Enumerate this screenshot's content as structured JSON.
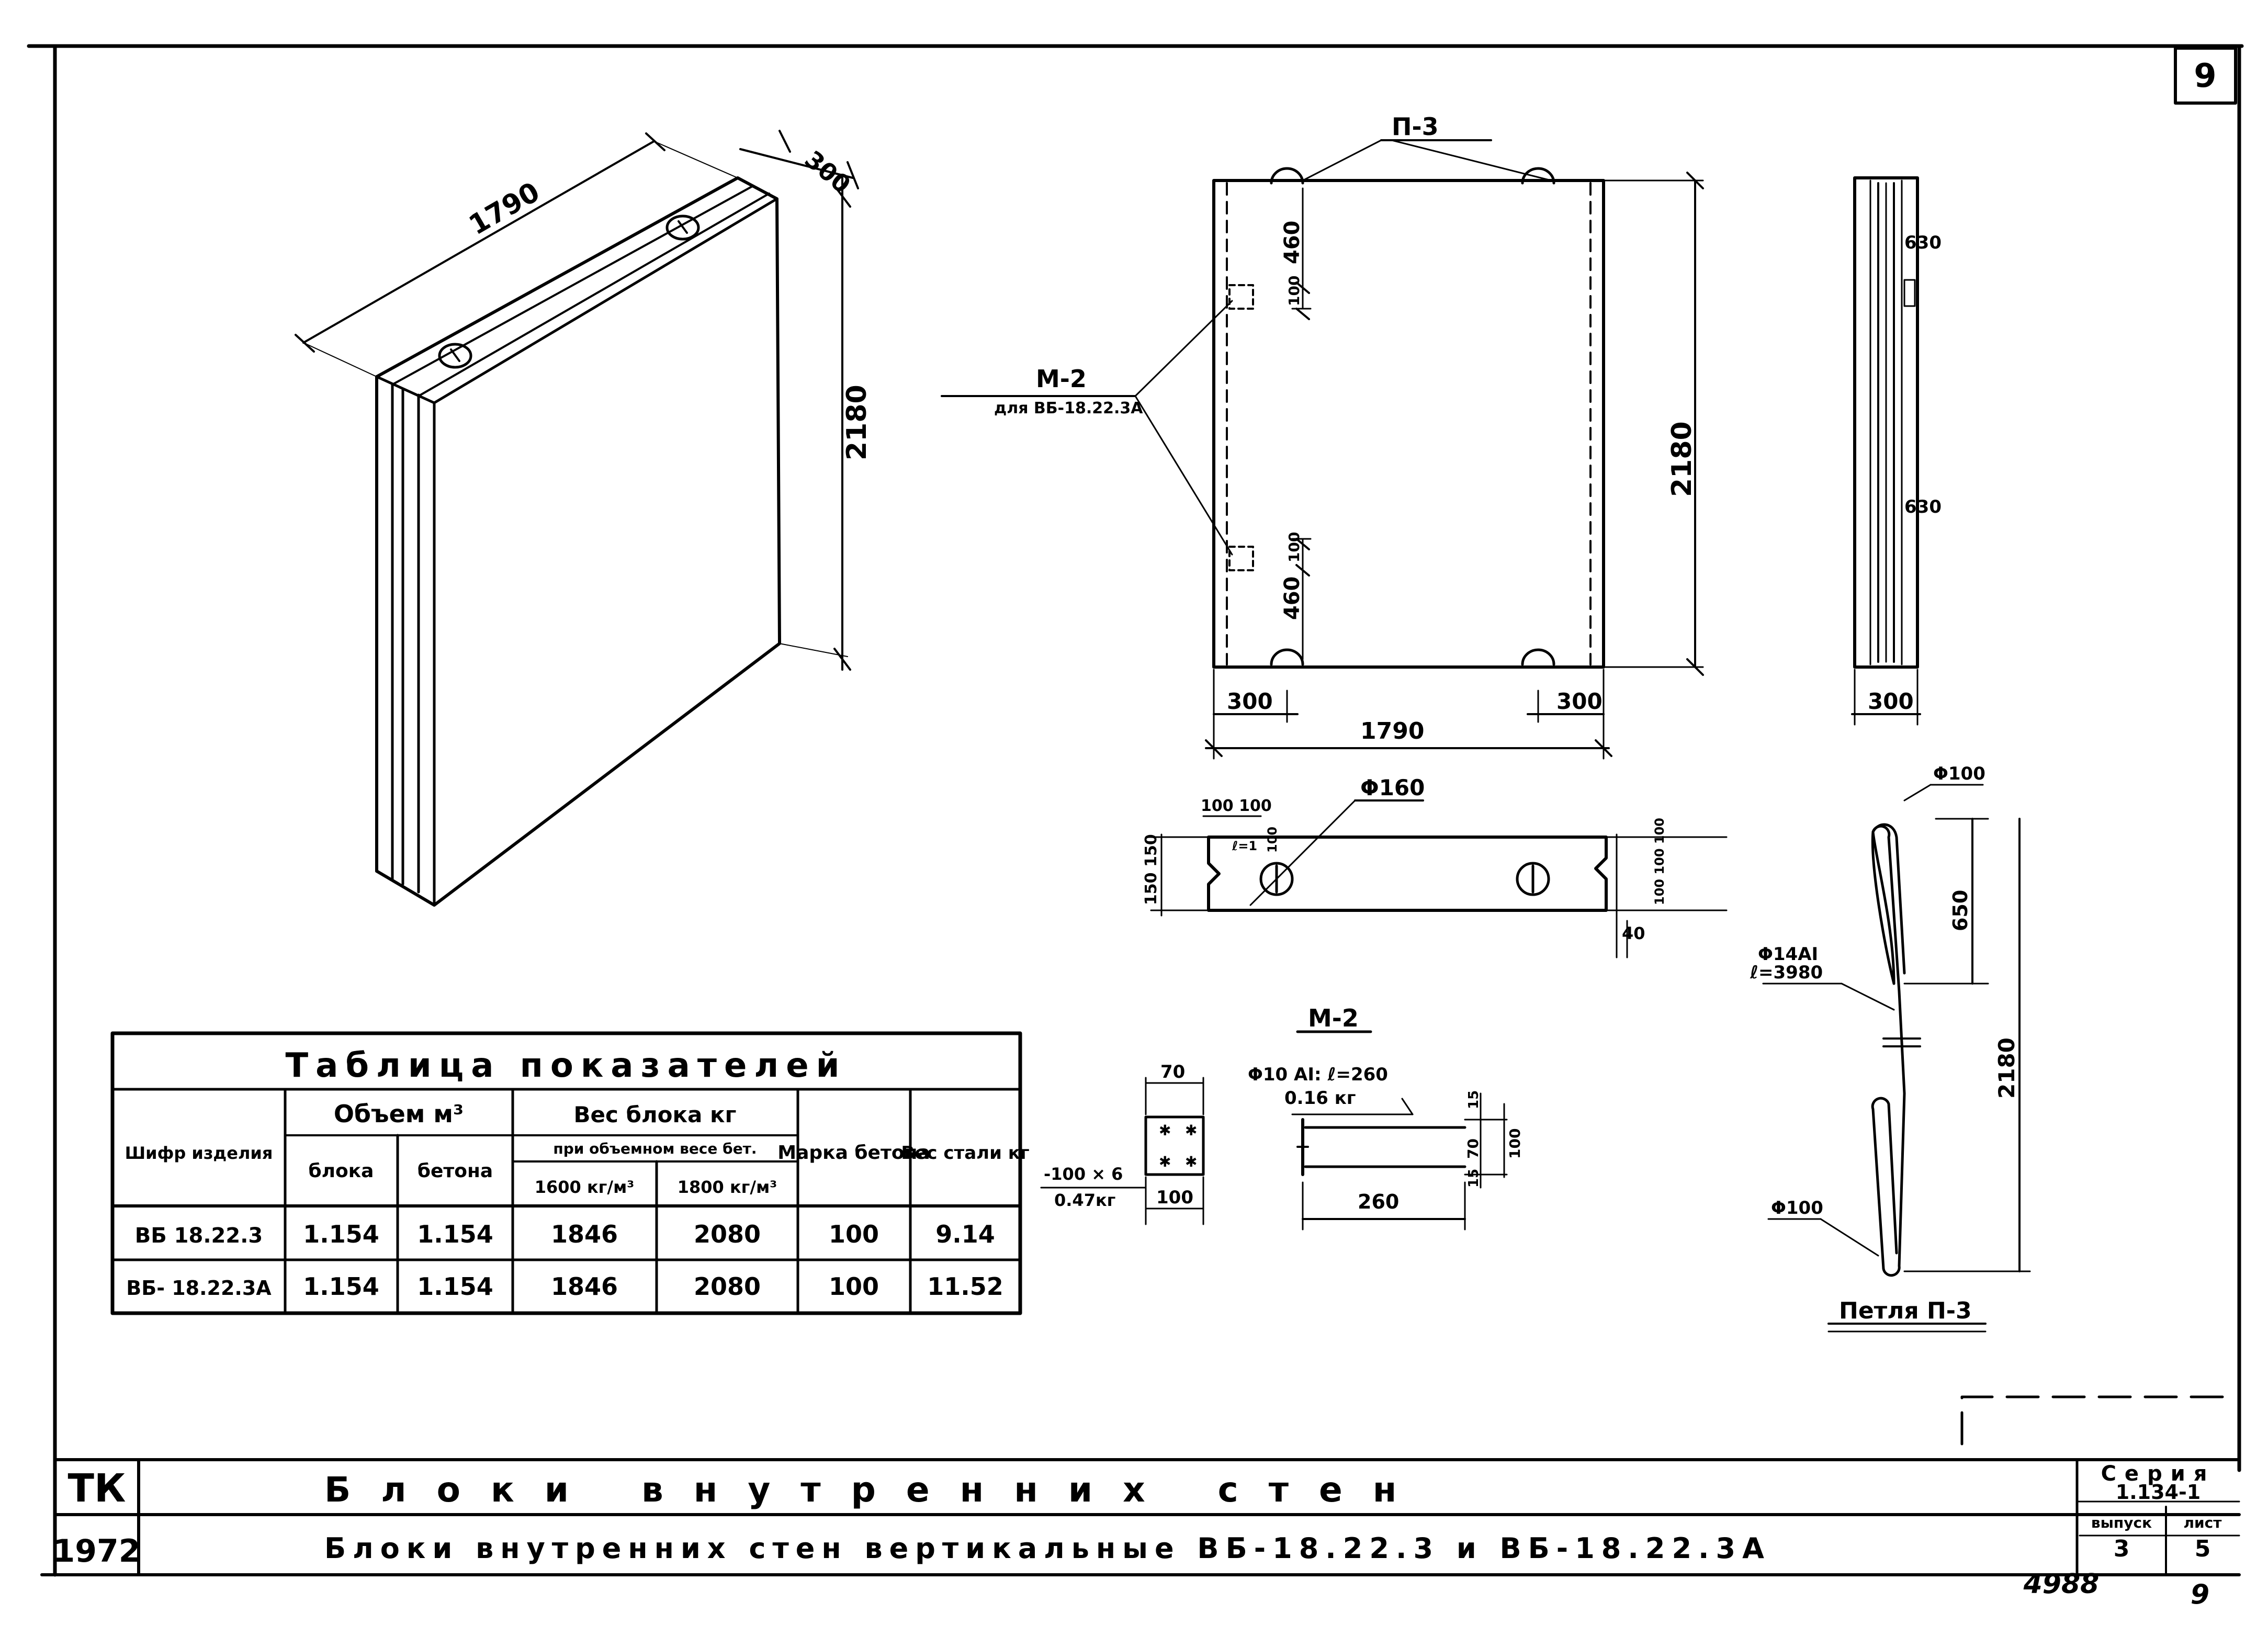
{
  "page_number": "9",
  "iso_view": {
    "dim_length": "1790",
    "dim_thickness": "300",
    "dim_height": "2180"
  },
  "front_view": {
    "loop_label": "П-3",
    "m2_label": "М-2",
    "m2_note": "для ВБ-18.22.3А",
    "dim_460_top": "460",
    "dim_460_bottom": "460",
    "dim_100_top": "100",
    "dim_100_bottom": "100",
    "dim_2180": "2180",
    "dim_300_left": "300",
    "dim_300_right": "300",
    "dim_1790": "1790"
  },
  "side_view": {
    "dim_30_top": "630",
    "dim_30_bottom": "630",
    "dim_300": "300"
  },
  "top_section": {
    "dim_100_100": "100 100",
    "dim_d160": "Φ160",
    "note_l": "ℓ=1",
    "dim_100_v": "100",
    "dim_left": "150 150",
    "dim_right": "100 100 100",
    "dim_40": "40"
  },
  "detail_m2": {
    "title": "М-2",
    "plate_70": "70",
    "plate_100": "100",
    "plate_note": "-100 × 6",
    "plate_weight": "0.47кг",
    "bar_label": "Φ10 АI: ℓ=260",
    "bar_weight": "0.16 кг",
    "dim_260": "260",
    "dim_15_top": "15",
    "dim_70": "70",
    "dim_100": "100",
    "dim_15_bottom": "15"
  },
  "loop_detail": {
    "title": "Петля П-3",
    "d100_top": "Φ100",
    "d100_bottom": "Φ100",
    "bar_label": "Φ14АI",
    "bar_length": "ℓ=3980",
    "dim_650": "650",
    "dim_2180": "2180"
  },
  "table": {
    "title": "Таблица показателей",
    "h_code": "Шифр изделия",
    "h_volume": "Объем м³",
    "h_vol_block": "блока",
    "h_vol_concrete": "бетона",
    "h_weight": "Вес блока кг",
    "h_weight_sub": "при объемном весе бет.",
    "h_w1600": "1600 кг/м³",
    "h_w1800": "1800 кг/м³",
    "h_grade": "Марка бетона",
    "h_steel": "Вес стали кг",
    "rows": [
      {
        "code": "ВБ 18.22.3",
        "vol_block": "1.154",
        "vol_concrete": "1.154",
        "w1600": "1846",
        "w1800": "2080",
        "grade": "100",
        "steel": "9.14"
      },
      {
        "code": "ВБ- 18.22.3А",
        "vol_block": "1.154",
        "vol_concrete": "1.154",
        "w1600": "1846",
        "w1800": "2080",
        "grade": "100",
        "steel": "11.52"
      }
    ]
  },
  "title_block": {
    "org": "ТК",
    "year": "1972",
    "title1": "Блоки внутренних стен",
    "title2": "Блоки внутренних стен вертикальные ВБ-18.22.3 и ВБ-18.22.3А",
    "series_label": "Серия",
    "series_value": "1.134-1",
    "issue_label": "выпуск",
    "issue_value": "3",
    "sheet_label": "лист",
    "sheet_value": "5"
  },
  "footer": {
    "stamp_number": "4988",
    "page_mark": "9"
  }
}
